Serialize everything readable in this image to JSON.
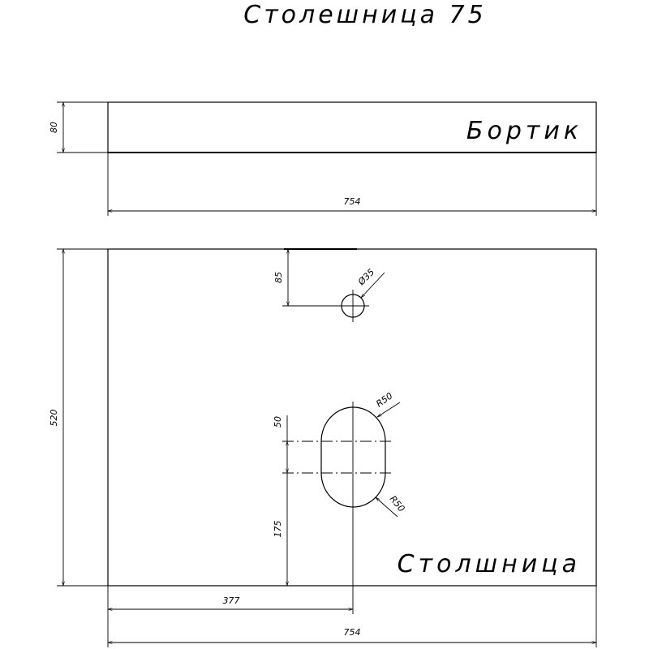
{
  "title": "Столешница 75",
  "bortik": {
    "label": "Бортик",
    "height_dim": "80",
    "width_dim": "754"
  },
  "countertop": {
    "label": "Столшница",
    "height_dim": "520",
    "width_dim": "754",
    "center_offset_dim": "377"
  },
  "faucet_hole": {
    "diameter_label": "Ø35",
    "offset_from_top_dim": "85"
  },
  "sink_slot": {
    "radius_top_label": "R50",
    "radius_bottom_label": "R50",
    "straight_length_dim": "50",
    "offset_from_bottom_dim": "175"
  },
  "colors": {
    "line": "#000000",
    "background": "#ffffff"
  }
}
